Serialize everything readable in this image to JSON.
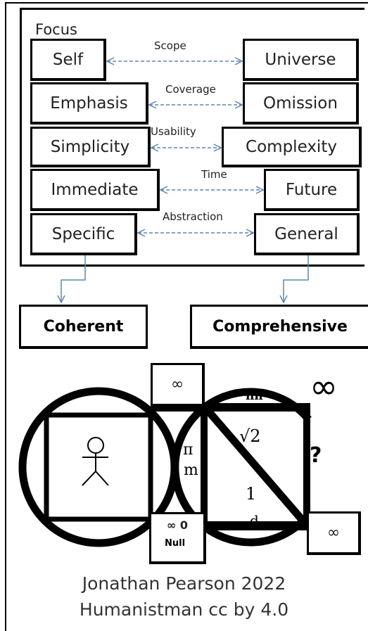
{
  "focus_label": "Focus",
  "pairs": [
    {
      "left": "Self",
      "right": "Universe",
      "axis": "Scope"
    },
    {
      "left": "Emphasis",
      "right": "Omission",
      "axis": "Coverage"
    },
    {
      "left": "Simplicity",
      "right": "Complexity",
      "axis": "Usability"
    },
    {
      "left": "Immediate",
      "right": "Future",
      "axis": "Time"
    },
    {
      "left": "Specific",
      "right": "General",
      "axis": "Abstraction"
    }
  ],
  "outcomes": {
    "left": "Coherent",
    "right": "Comprehensive"
  },
  "symbols": {
    "infinity": "∞",
    "infinity_large": "∞",
    "infinity_zero": "∞ 0",
    "null_label": "Null",
    "infinity_bottom": "∞",
    "nn": "nn",
    "sqrt2": "√2",
    "pi": "π",
    "m": "m",
    "one": "1",
    "d": "d",
    "question": "?"
  },
  "credit": {
    "line1": "Jonathan Pearson 2022",
    "line2": "Humanistman cc by 4.0"
  },
  "colors": {
    "arrow": "#5b87b4",
    "stroke": "#000000",
    "text": "#222222"
  },
  "icons": {
    "stick_figure": "stick-figure-icon"
  }
}
